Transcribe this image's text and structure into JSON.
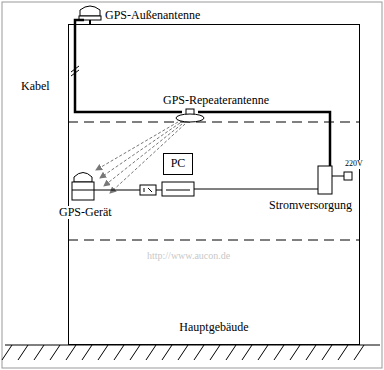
{
  "diagram": {
    "nodes": [
      {
        "text": [
          "Hauptgebäude"
        ]
      },
      {
        "text": [
          "PC"
        ],
        "in": 0
      }
    ],
    "labels": [
      "GPS-Außenantenne",
      "Kabel",
      "GPS-Repeaterantenne",
      "GPS-Gerät",
      "Stromversorgung",
      "220V",
      "http://www.aucon.de"
    ]
  }
}
